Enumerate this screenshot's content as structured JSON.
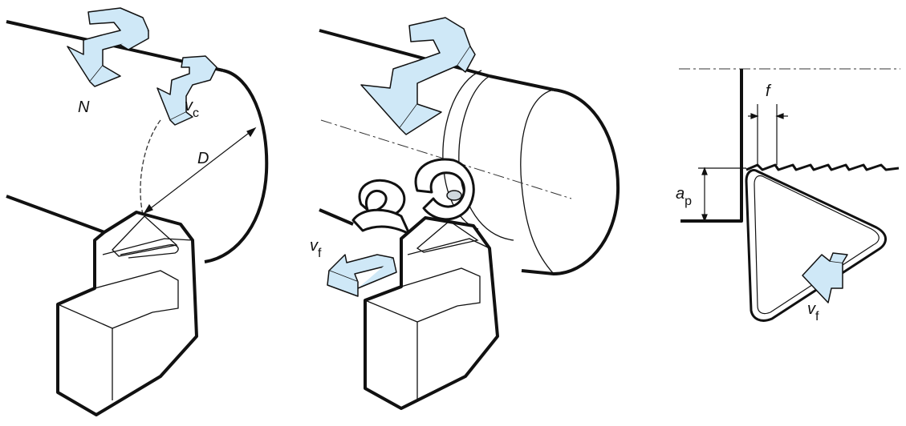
{
  "colors": {
    "line": "#111111",
    "arrow_fill": "#cfe8f7",
    "background": "#ffffff"
  },
  "panel_left": {
    "label_N": "N",
    "label_vc_main": "v",
    "label_vc_sub": "c",
    "label_D": "D"
  },
  "panel_middle": {
    "label_vf_main": "v",
    "label_vf_sub": "f"
  },
  "panel_right": {
    "label_f": "f",
    "label_ap_main": "a",
    "label_ap_sub": "p",
    "label_vf_main": "v",
    "label_vf_sub": "f"
  }
}
